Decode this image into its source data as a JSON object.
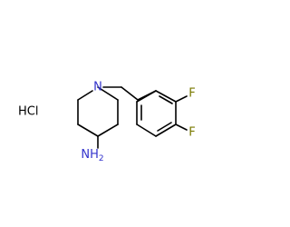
{
  "molecule": {
    "labels": {
      "ring_nitrogen": "N",
      "amine": "NH",
      "amine_subscript": "2",
      "fluorine_top": "F",
      "fluorine_bottom": "F",
      "salt": "HCl"
    },
    "colors": {
      "bond": "#000000",
      "nitrogen": "#3333cc",
      "fluorine": "#7a7a00",
      "background": "#ffffff"
    }
  }
}
